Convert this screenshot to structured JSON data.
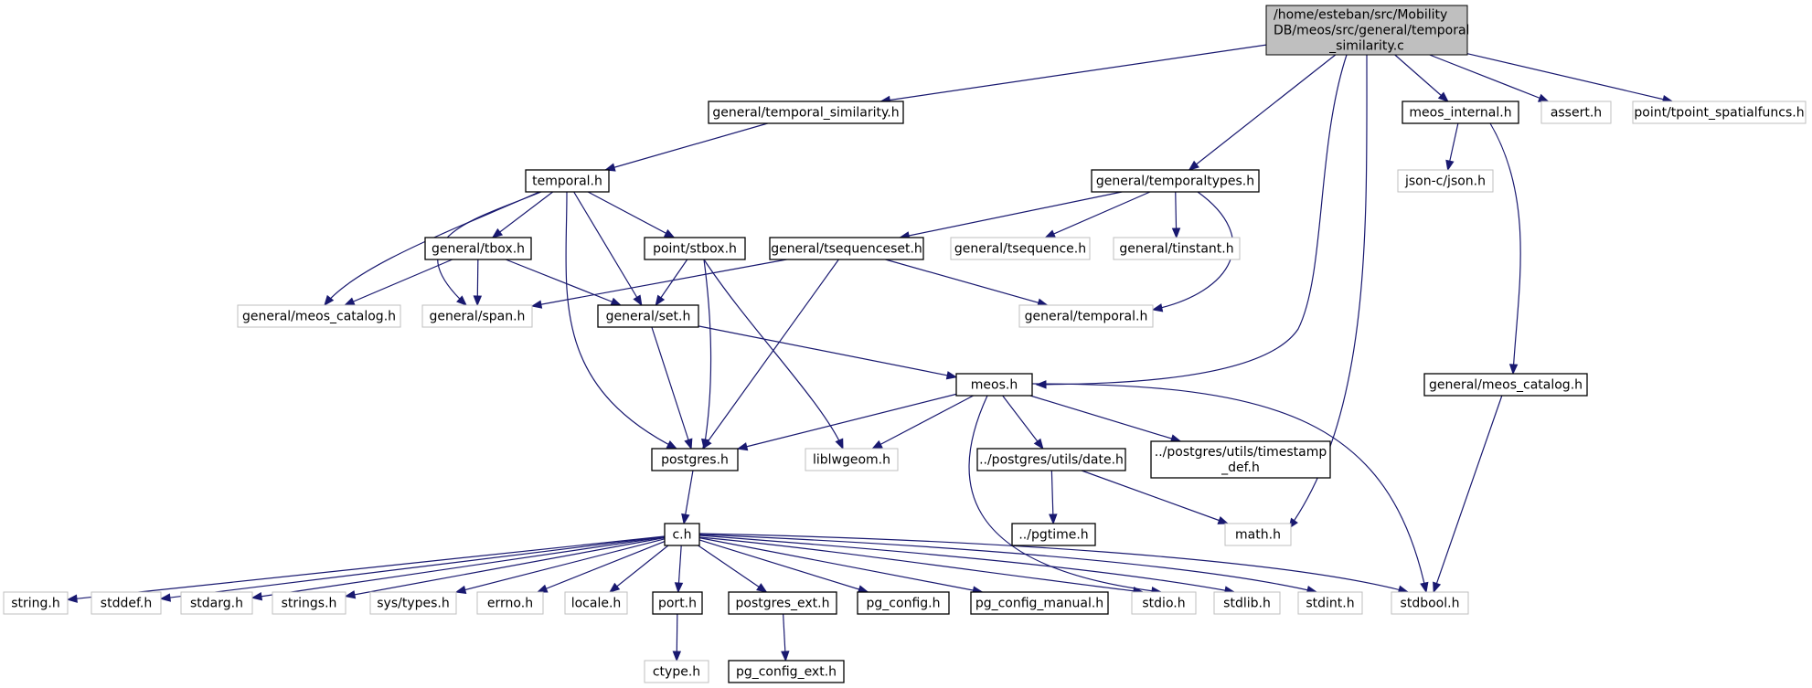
{
  "diagram": {
    "nodes": [
      {
        "id": "root",
        "kind": "root",
        "lines": [
          "/home/esteban/src/Mobility",
          "DB/meos/src/general/temporal",
          "_similarity.c"
        ]
      },
      {
        "id": "temporal_similarity_h",
        "kind": "doc",
        "lines": [
          "general/temporal_similarity.h"
        ]
      },
      {
        "id": "temporaltypes_h",
        "kind": "doc",
        "lines": [
          "general/temporaltypes.h"
        ]
      },
      {
        "id": "meos_internal_h",
        "kind": "doc",
        "lines": [
          "meos_internal.h"
        ]
      },
      {
        "id": "assert_h",
        "kind": "sys",
        "lines": [
          "assert.h"
        ]
      },
      {
        "id": "tpoint_spatialfuncs_h",
        "kind": "sys",
        "lines": [
          "point/tpoint_spatialfuncs.h"
        ]
      },
      {
        "id": "temporal_h",
        "kind": "doc",
        "lines": [
          "temporal.h"
        ]
      },
      {
        "id": "json_h",
        "kind": "sys",
        "lines": [
          "json-c/json.h"
        ]
      },
      {
        "id": "tbox_h",
        "kind": "doc",
        "lines": [
          "general/tbox.h"
        ]
      },
      {
        "id": "stbox_h",
        "kind": "doc",
        "lines": [
          "point/stbox.h"
        ]
      },
      {
        "id": "tsequenceset_h",
        "kind": "doc",
        "lines": [
          "general/tsequenceset.h"
        ]
      },
      {
        "id": "tsequence_h",
        "kind": "sys",
        "lines": [
          "general/tsequence.h"
        ]
      },
      {
        "id": "tinstant_h",
        "kind": "sys",
        "lines": [
          "general/tinstant.h"
        ]
      },
      {
        "id": "meos_catalog_sys",
        "kind": "sys",
        "lines": [
          "general/meos_catalog.h"
        ]
      },
      {
        "id": "span_h",
        "kind": "sys",
        "lines": [
          "general/span.h"
        ]
      },
      {
        "id": "set_h",
        "kind": "doc",
        "lines": [
          "general/set.h"
        ]
      },
      {
        "id": "gen_temporal_h",
        "kind": "sys",
        "lines": [
          "general/temporal.h"
        ]
      },
      {
        "id": "meos_h",
        "kind": "doc",
        "lines": [
          "meos.h"
        ]
      },
      {
        "id": "meos_catalog_doc",
        "kind": "doc",
        "lines": [
          "general/meos_catalog.h"
        ]
      },
      {
        "id": "postgres_h",
        "kind": "doc",
        "lines": [
          "postgres.h"
        ]
      },
      {
        "id": "liblwgeom_h",
        "kind": "sys",
        "lines": [
          "liblwgeom.h"
        ]
      },
      {
        "id": "date_h",
        "kind": "doc",
        "lines": [
          "../postgres/utils/date.h"
        ]
      },
      {
        "id": "timestamp_def_h",
        "kind": "doc",
        "lines": [
          "../postgres/utils/timestamp",
          "_def.h"
        ]
      },
      {
        "id": "pgtime_h",
        "kind": "doc",
        "lines": [
          "../pgtime.h"
        ]
      },
      {
        "id": "math_h",
        "kind": "sys",
        "lines": [
          "math.h"
        ]
      },
      {
        "id": "c_h",
        "kind": "doc",
        "lines": [
          "c.h"
        ]
      },
      {
        "id": "string_h",
        "kind": "sys",
        "lines": [
          "string.h"
        ]
      },
      {
        "id": "stddef_h",
        "kind": "sys",
        "lines": [
          "stddef.h"
        ]
      },
      {
        "id": "stdarg_h",
        "kind": "sys",
        "lines": [
          "stdarg.h"
        ]
      },
      {
        "id": "strings_h",
        "kind": "sys",
        "lines": [
          "strings.h"
        ]
      },
      {
        "id": "sys_types_h",
        "kind": "sys",
        "lines": [
          "sys/types.h"
        ]
      },
      {
        "id": "errno_h",
        "kind": "sys",
        "lines": [
          "errno.h"
        ]
      },
      {
        "id": "locale_h",
        "kind": "sys",
        "lines": [
          "locale.h"
        ]
      },
      {
        "id": "port_h",
        "kind": "doc",
        "lines": [
          "port.h"
        ]
      },
      {
        "id": "postgres_ext_h",
        "kind": "doc",
        "lines": [
          "postgres_ext.h"
        ]
      },
      {
        "id": "pg_config_h",
        "kind": "doc",
        "lines": [
          "pg_config.h"
        ]
      },
      {
        "id": "pg_config_manual_h",
        "kind": "doc",
        "lines": [
          "pg_config_manual.h"
        ]
      },
      {
        "id": "stdio_h",
        "kind": "sys",
        "lines": [
          "stdio.h"
        ]
      },
      {
        "id": "stdlib_h",
        "kind": "sys",
        "lines": [
          "stdlib.h"
        ]
      },
      {
        "id": "stdint_h",
        "kind": "sys",
        "lines": [
          "stdint.h"
        ]
      },
      {
        "id": "stdbool_h",
        "kind": "sys",
        "lines": [
          "stdbool.h"
        ]
      },
      {
        "id": "ctype_h",
        "kind": "sys",
        "lines": [
          "ctype.h"
        ]
      },
      {
        "id": "pg_config_ext_h",
        "kind": "doc",
        "lines": [
          "pg_config_ext.h"
        ]
      }
    ],
    "edges": [
      [
        "root",
        "temporal_similarity_h"
      ],
      [
        "root",
        "temporaltypes_h"
      ],
      [
        "root",
        "meos_h"
      ],
      [
        "root",
        "math_h"
      ],
      [
        "root",
        "meos_internal_h"
      ],
      [
        "root",
        "assert_h"
      ],
      [
        "root",
        "tpoint_spatialfuncs_h"
      ],
      [
        "temporal_similarity_h",
        "temporal_h"
      ],
      [
        "temporal_h",
        "tbox_h"
      ],
      [
        "temporal_h",
        "stbox_h"
      ],
      [
        "temporal_h",
        "meos_catalog_sys"
      ],
      [
        "temporal_h",
        "span_h"
      ],
      [
        "temporal_h",
        "set_h"
      ],
      [
        "temporal_h",
        "postgres_h"
      ],
      [
        "tbox_h",
        "meos_catalog_sys"
      ],
      [
        "tbox_h",
        "span_h"
      ],
      [
        "tbox_h",
        "set_h"
      ],
      [
        "stbox_h",
        "set_h"
      ],
      [
        "stbox_h",
        "postgres_h"
      ],
      [
        "stbox_h",
        "liblwgeom_h"
      ],
      [
        "temporaltypes_h",
        "tsequenceset_h"
      ],
      [
        "temporaltypes_h",
        "tsequence_h"
      ],
      [
        "temporaltypes_h",
        "tinstant_h"
      ],
      [
        "temporaltypes_h",
        "gen_temporal_h"
      ],
      [
        "tsequenceset_h",
        "span_h"
      ],
      [
        "tsequenceset_h",
        "gen_temporal_h"
      ],
      [
        "tsequenceset_h",
        "postgres_h"
      ],
      [
        "set_h",
        "meos_h"
      ],
      [
        "set_h",
        "postgres_h"
      ],
      [
        "meos_h",
        "postgres_h"
      ],
      [
        "meos_h",
        "liblwgeom_h"
      ],
      [
        "meos_h",
        "date_h"
      ],
      [
        "meos_h",
        "timestamp_def_h"
      ],
      [
        "meos_h",
        "stdbool_h"
      ],
      [
        "meos_h",
        "stdio_h"
      ],
      [
        "meos_internal_h",
        "json_h"
      ],
      [
        "meos_internal_h",
        "meos_catalog_doc"
      ],
      [
        "meos_catalog_doc",
        "stdbool_h"
      ],
      [
        "date_h",
        "pgtime_h"
      ],
      [
        "date_h",
        "math_h"
      ],
      [
        "postgres_h",
        "c_h"
      ],
      [
        "c_h",
        "string_h"
      ],
      [
        "c_h",
        "stddef_h"
      ],
      [
        "c_h",
        "stdarg_h"
      ],
      [
        "c_h",
        "strings_h"
      ],
      [
        "c_h",
        "sys_types_h"
      ],
      [
        "c_h",
        "errno_h"
      ],
      [
        "c_h",
        "locale_h"
      ],
      [
        "c_h",
        "port_h"
      ],
      [
        "c_h",
        "postgres_ext_h"
      ],
      [
        "c_h",
        "pg_config_h"
      ],
      [
        "c_h",
        "pg_config_manual_h"
      ],
      [
        "c_h",
        "stdio_h"
      ],
      [
        "c_h",
        "stdlib_h"
      ],
      [
        "c_h",
        "stdint_h"
      ],
      [
        "c_h",
        "stdbool_h"
      ],
      [
        "port_h",
        "ctype_h"
      ],
      [
        "postgres_ext_h",
        "pg_config_ext_h"
      ]
    ]
  }
}
